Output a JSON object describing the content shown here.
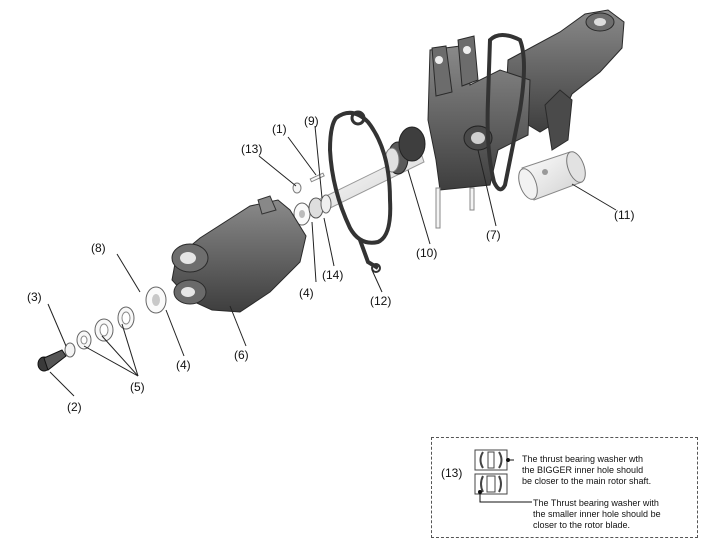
{
  "labels": {
    "p1": "(1)",
    "p2": "(2)",
    "p3": "(3)",
    "p4a": "(4)",
    "p4b": "(4)",
    "p5": "(5)",
    "p6": "(6)",
    "p7": "(7)",
    "p8": "(8)",
    "p9": "(9)",
    "p10": "(10)",
    "p11": "(11)",
    "p12": "(12)",
    "p13": "(13)",
    "p14": "(14)"
  },
  "note": {
    "ref": "(13)",
    "bigger_lines": [
      "The thrust bearing washer wth",
      "the BIGGER inner hole should",
      "be closer to the main rotor shaft."
    ],
    "smaller_lines": [
      "The Thrust bearing washer with",
      "the smaller inner hole should be",
      "closer to the rotor blade."
    ]
  },
  "colors": {
    "part_dark": "#5a5a5a",
    "part_mid": "#7a7a7a",
    "part_light": "#ededed",
    "line": "#222222"
  }
}
